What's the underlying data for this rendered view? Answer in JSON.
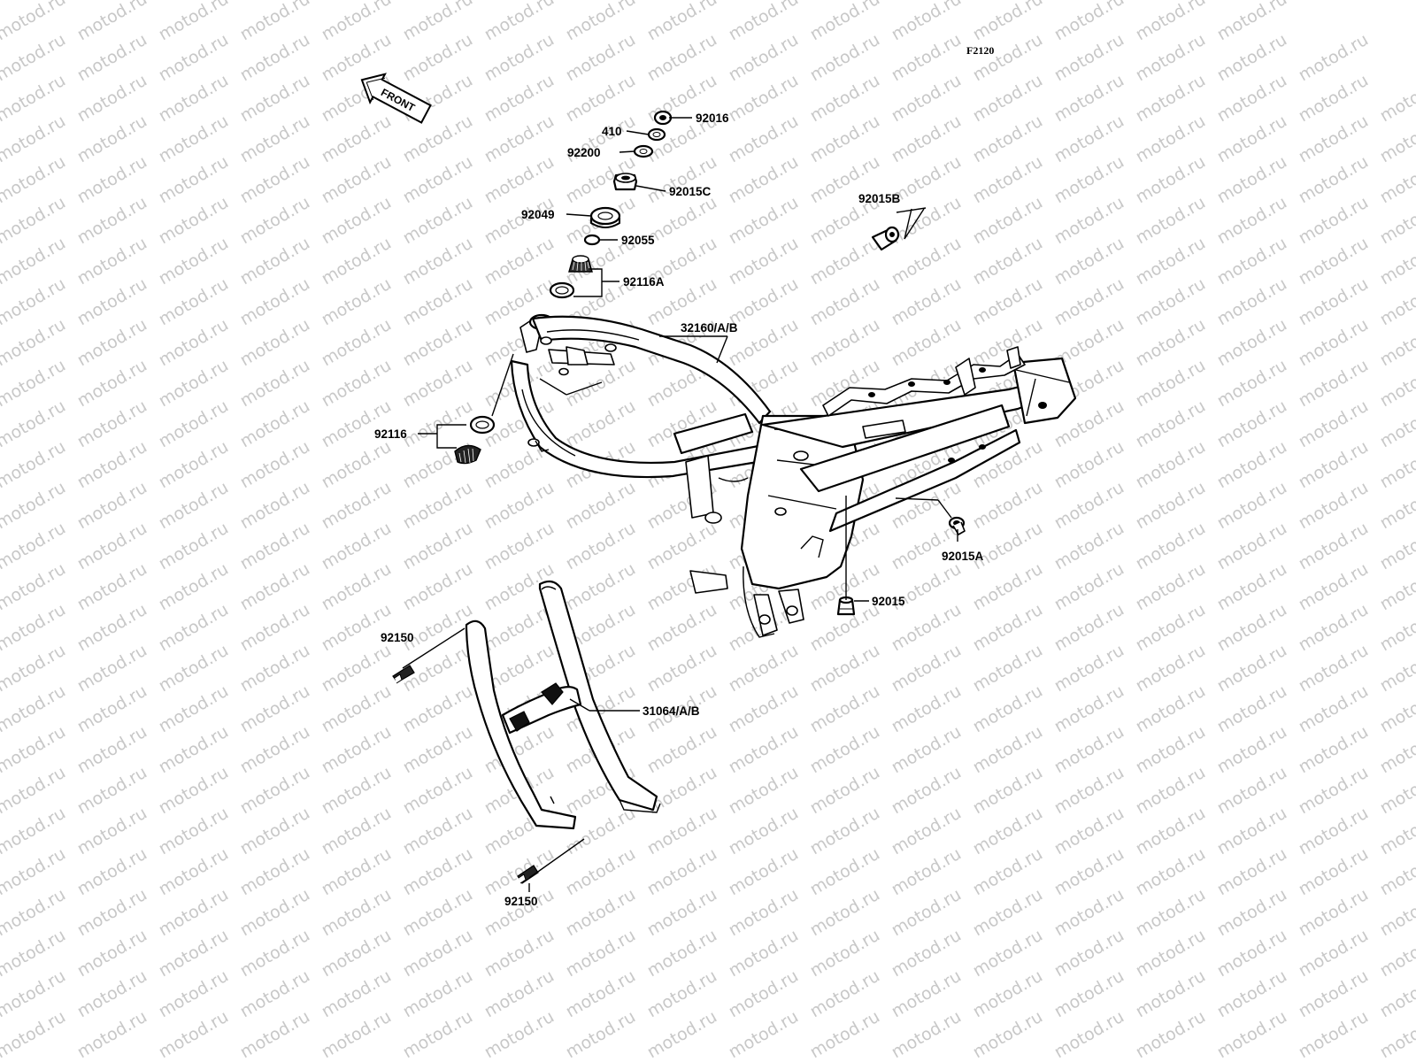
{
  "figure_code": "F2120",
  "front_label": "FRONT",
  "watermark": "motod.ru",
  "part_labels": {
    "p92016": "92016",
    "p410": "410",
    "p92200": "92200",
    "p92015C": "92015C",
    "p92049": "92049",
    "p92055": "92055",
    "p92116A": "92116A",
    "p32160": "32160/A/B",
    "p92015B": "92015B",
    "p92116": "92116",
    "p92015A": "92015A",
    "p92015": "92015",
    "p92150_top": "92150",
    "p31064": "31064/A/B",
    "p92150_bottom": "92150"
  }
}
